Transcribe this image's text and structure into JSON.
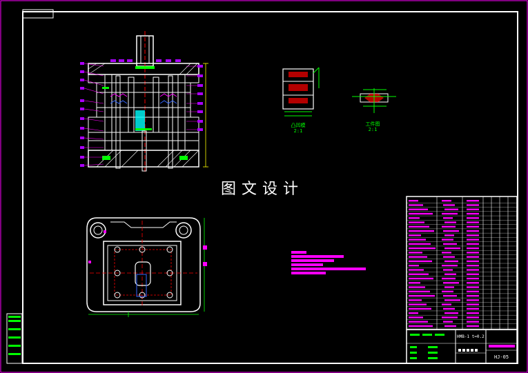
{
  "watermark": "图文设计",
  "sheet": {
    "label_top_left": "",
    "colors": {
      "background": "#000000",
      "border": "#ffffff",
      "frame": "#ff00ff",
      "accent_green": "#00ff00",
      "accent_magenta": "#ff00ff",
      "accent_cyan": "#00ffff",
      "accent_red": "#ff0000",
      "accent_yellow": "#ffff00"
    }
  },
  "views": {
    "section_view": {
      "icon": "die-section-view"
    },
    "plan_view": {
      "icon": "die-plan-view"
    },
    "detail_a": {
      "caption_line1": "凸凹模",
      "caption_line2": "2:1"
    },
    "detail_b": {
      "caption_line1": "工件图",
      "caption_line2": "2:1"
    }
  },
  "title_block": {
    "drawing_no": "HMB-1 t=0.2",
    "sheet_code": "HJ-05"
  }
}
